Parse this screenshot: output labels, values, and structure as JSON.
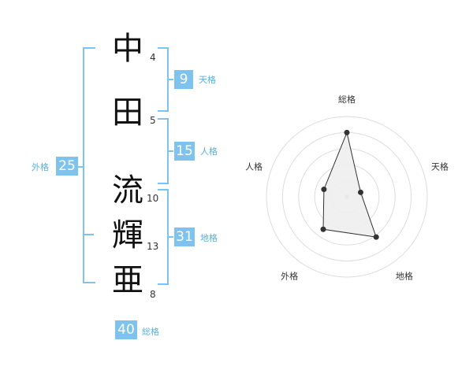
{
  "name": {
    "chars": [
      {
        "char": "中",
        "strokes": "4"
      },
      {
        "char": "田",
        "strokes": "5"
      },
      {
        "char": "流",
        "strokes": "10"
      },
      {
        "char": "輝",
        "strokes": "13"
      },
      {
        "char": "亜",
        "strokes": "8"
      }
    ]
  },
  "kaku": {
    "tenkaku": {
      "value": "9",
      "label": "天格"
    },
    "jinkaku": {
      "value": "15",
      "label": "人格"
    },
    "chikaku": {
      "value": "31",
      "label": "地格"
    },
    "gaikaku": {
      "value": "25",
      "label": "外格"
    },
    "soukaku": {
      "value": "40",
      "label": "総格"
    }
  },
  "chart_data": {
    "type": "radar",
    "axes": [
      "総格",
      "天格",
      "地格",
      "外格",
      "人格"
    ],
    "values": [
      40,
      9,
      31,
      25,
      15
    ],
    "rings": 5,
    "colors": {
      "fill": "#eeeeee",
      "stroke": "#333333",
      "ring": "#dddddd"
    }
  },
  "colors": {
    "accent": "#7dc3ee"
  }
}
